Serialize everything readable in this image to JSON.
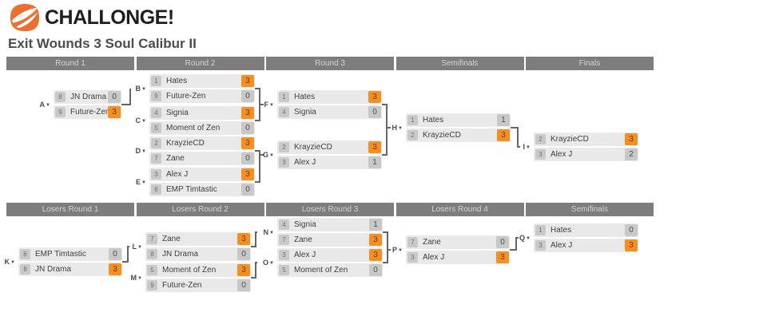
{
  "header": {
    "logo_text": "CHALLONGE!",
    "tournament_title": "Exit Wounds 3 Soul Calibur II"
  },
  "colors": {
    "logo_orange": "#ed6f2d",
    "winner_score_orange": "#f78f1e",
    "round_header_gray": "#7d7d7d",
    "row_gray": "#e9e9e9",
    "box_gray": "#c8c8c8",
    "connector_gray": "#666666"
  },
  "winners_bracket": {
    "round_headers": [
      "Round 1",
      "Round 2",
      "Round 3",
      "Semifinals",
      "Finals"
    ],
    "matches": [
      {
        "label": "A",
        "players": [
          {
            "seed": "8",
            "name": "JN Drama",
            "score": "0",
            "winner": false
          },
          {
            "seed": "9",
            "name": "Future-Zen",
            "score": "3",
            "winner": true
          }
        ]
      },
      {
        "label": "B",
        "players": [
          {
            "seed": "1",
            "name": "Hates",
            "score": "3",
            "winner": true
          },
          {
            "seed": "9",
            "name": "Future-Zen",
            "score": "0",
            "winner": false
          }
        ]
      },
      {
        "label": "C",
        "players": [
          {
            "seed": "4",
            "name": "Signia",
            "score": "3",
            "winner": true
          },
          {
            "seed": "5",
            "name": "Moment of Zen",
            "score": "0",
            "winner": false
          }
        ]
      },
      {
        "label": "D",
        "players": [
          {
            "seed": "2",
            "name": "KrayzieCD",
            "score": "3",
            "winner": true
          },
          {
            "seed": "7",
            "name": "Zane",
            "score": "0",
            "winner": false
          }
        ]
      },
      {
        "label": "E",
        "players": [
          {
            "seed": "3",
            "name": "Alex J",
            "score": "3",
            "winner": true
          },
          {
            "seed": "6",
            "name": "EMP Timtastic",
            "score": "0",
            "winner": false
          }
        ]
      },
      {
        "label": "F",
        "players": [
          {
            "seed": "1",
            "name": "Hates",
            "score": "3",
            "winner": true
          },
          {
            "seed": "4",
            "name": "Signia",
            "score": "0",
            "winner": false
          }
        ]
      },
      {
        "label": "G",
        "players": [
          {
            "seed": "2",
            "name": "KrayzieCD",
            "score": "3",
            "winner": true
          },
          {
            "seed": "3",
            "name": "Alex J",
            "score": "1",
            "winner": false
          }
        ]
      },
      {
        "label": "H",
        "players": [
          {
            "seed": "1",
            "name": "Hates",
            "score": "1",
            "winner": false
          },
          {
            "seed": "2",
            "name": "KrayzieCD",
            "score": "3",
            "winner": true
          }
        ]
      },
      {
        "label": "I",
        "players": [
          {
            "seed": "2",
            "name": "KrayzieCD",
            "score": "3",
            "winner": true
          },
          {
            "seed": "3",
            "name": "Alex J",
            "score": "2",
            "winner": false
          }
        ]
      }
    ]
  },
  "losers_bracket": {
    "round_headers": [
      "Losers Round 1",
      "Losers Round 2",
      "Losers Round 3",
      "Losers Round 4",
      "Semifinals"
    ],
    "matches": [
      {
        "label": "K",
        "players": [
          {
            "seed": "6",
            "name": "EMP Timtastic",
            "score": "0",
            "winner": false
          },
          {
            "seed": "8",
            "name": "JN Drama",
            "score": "3",
            "winner": true
          }
        ]
      },
      {
        "label": "L",
        "players": [
          {
            "seed": "7",
            "name": "Zane",
            "score": "3",
            "winner": true
          },
          {
            "seed": "8",
            "name": "JN Drama",
            "score": "0",
            "winner": false
          }
        ]
      },
      {
        "label": "M",
        "players": [
          {
            "seed": "5",
            "name": "Moment of Zen",
            "score": "3",
            "winner": true
          },
          {
            "seed": "9",
            "name": "Future-Zen",
            "score": "0",
            "winner": false
          }
        ]
      },
      {
        "label": "N",
        "players": [
          {
            "seed": "4",
            "name": "Signia",
            "score": "1",
            "winner": false
          },
          {
            "seed": "7",
            "name": "Zane",
            "score": "3",
            "winner": true
          }
        ]
      },
      {
        "label": "O",
        "players": [
          {
            "seed": "3",
            "name": "Alex J",
            "score": "3",
            "winner": true
          },
          {
            "seed": "5",
            "name": "Moment of Zen",
            "score": "0",
            "winner": false
          }
        ]
      },
      {
        "label": "P",
        "players": [
          {
            "seed": "7",
            "name": "Zane",
            "score": "0",
            "winner": false
          },
          {
            "seed": "3",
            "name": "Alex J",
            "score": "3",
            "winner": true
          }
        ]
      },
      {
        "label": "Q",
        "players": [
          {
            "seed": "1",
            "name": "Hates",
            "score": "0",
            "winner": false
          },
          {
            "seed": "3",
            "name": "Alex J",
            "score": "3",
            "winner": true
          }
        ]
      }
    ]
  }
}
